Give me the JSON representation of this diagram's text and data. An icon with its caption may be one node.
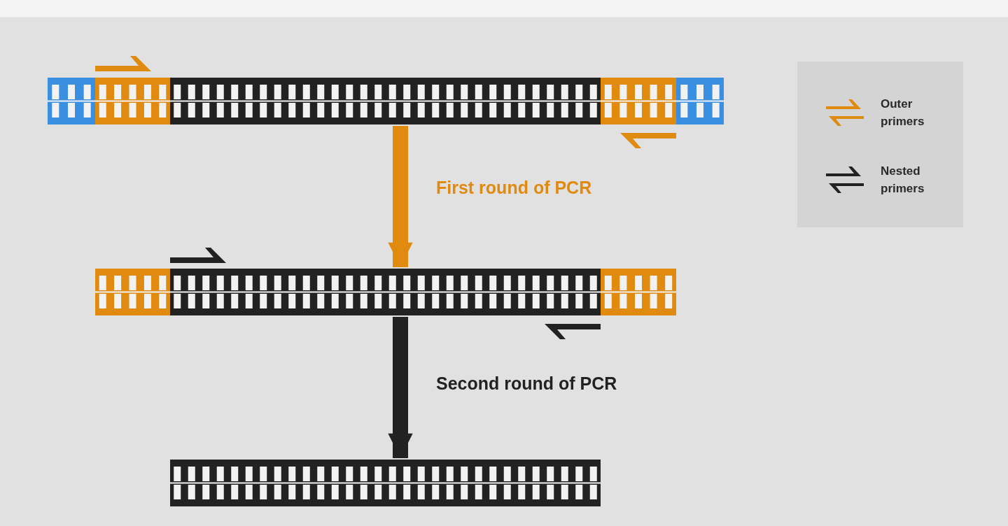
{
  "diagram": {
    "nodes": [
      {
        "text": [],
        "shape": "bar"
      },
      {
        "text": [],
        "shape": "bar"
      },
      {
        "text": [],
        "shape": "bar"
      }
    ],
    "edges": [
      {
        "from": 0,
        "to": 1,
        "arrow": "to",
        "label": "First round of PCR",
        "color": "#e08a10"
      },
      {
        "from": 1,
        "to": 2,
        "arrow": "to",
        "label": "Second round of PCR",
        "color": "#222222"
      }
    ],
    "legend": [
      {
        "text": "Outer primers"
      },
      {
        "text": "Nested primers"
      }
    ]
  }
}
